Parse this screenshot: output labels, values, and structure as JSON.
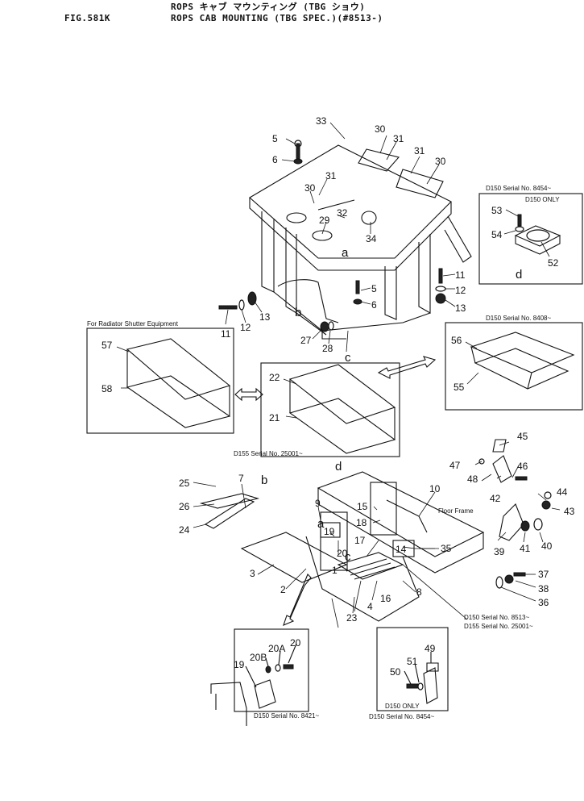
{
  "header": {
    "line1": "ROPS キャブ マウンティング (TBG ショウ)",
    "fig": "FIG.581K",
    "title": "ROPS CAB MOUNTING (TBG SPEC.)(#8513-)"
  },
  "captions": {
    "d150_8454_top": "D150 Serial No. 8454~",
    "d150_only_top": "D150 ONLY",
    "d150_8408": "D150 Serial No. 8408~",
    "radiator": "For Radiator Shutter Equipment",
    "d155_25001_top": "D155 Serial No. 25001~",
    "floor_frame": "Floor  Frame",
    "d150_8513": "D150 Serial No. 8513~",
    "d155_25001_bottom": "D155 Serial No. 25001~",
    "d150_8421": "D150 Serial No. 8421~",
    "d150_only_bottom": "D150 ONLY",
    "d150_8454_bottom": "D150 Serial No. 8454~"
  },
  "letters": [
    "a",
    "b",
    "c",
    "d"
  ],
  "callouts": [
    "1",
    "2",
    "3",
    "4",
    "5",
    "6",
    "7",
    "8",
    "9",
    "10",
    "11",
    "12",
    "13",
    "14",
    "15",
    "16",
    "17",
    "18",
    "19",
    "20",
    "20A",
    "20B",
    "21",
    "22",
    "23",
    "24",
    "25",
    "26",
    "27",
    "28",
    "29",
    "30",
    "31",
    "32",
    "33",
    "34",
    "35",
    "36",
    "37",
    "38",
    "39",
    "40",
    "41",
    "42",
    "43",
    "44",
    "45",
    "46",
    "47",
    "48",
    "49",
    "50",
    "51",
    "52",
    "53",
    "54",
    "55",
    "56",
    "57",
    "58"
  ]
}
